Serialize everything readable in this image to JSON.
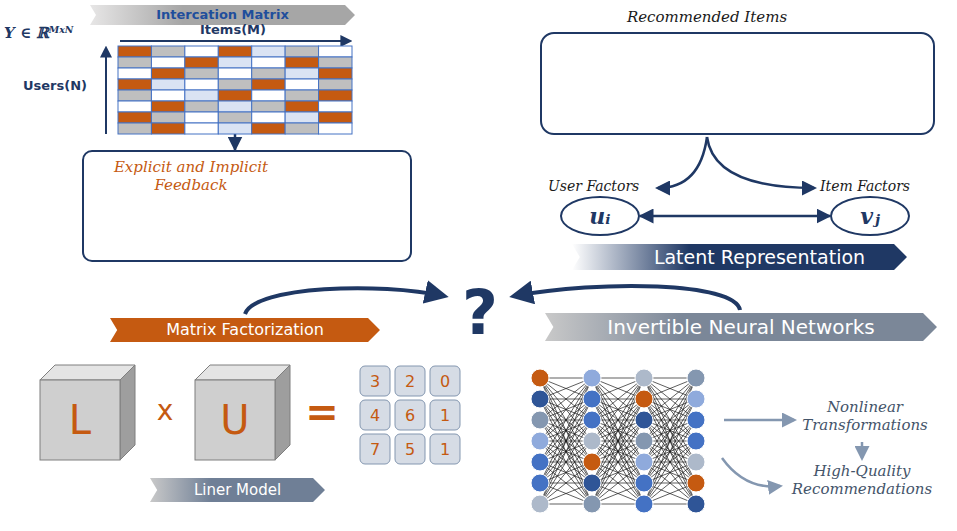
{
  "diagram": {
    "nodes": [
      {
        "text": [
          "Intercation Matrix"
        ]
      },
      {
        "text": [
          "Items(M)",
          "Users(N)"
        ]
      },
      {
        "text": [
          "Explicit and Implicit Feedback"
        ]
      },
      {
        "text": [
          "Recommended Items"
        ]
      },
      {
        "text": [
          "uᵢ"
        ]
      },
      {
        "text": [
          "vⱼ"
        ]
      },
      {
        "text": [
          "Latent Representation"
        ]
      },
      {
        "text": [
          "Matrix Factorization"
        ]
      },
      {
        "text": [
          "L"
        ]
      },
      {
        "text": [
          "U"
        ]
      },
      {
        "text": [
          "Liner Model"
        ]
      },
      {
        "text": [
          "Invertible Neural Networks"
        ]
      }
    ],
    "edges": [
      {
        "from": 1,
        "to": 2,
        "arrow": "to"
      },
      {
        "from": 4,
        "to": 5,
        "arrow": "both"
      }
    ],
    "labels": [
      "Y ∈ ℝᴹˣᴺ",
      "User Factors",
      "Item Factors",
      "?",
      "x",
      "=",
      "3",
      "2",
      "0",
      "4",
      "6",
      "1",
      "7",
      "5",
      "1",
      "Nonlinear Transformations",
      "High-Quality Recommendations"
    ]
  }
}
